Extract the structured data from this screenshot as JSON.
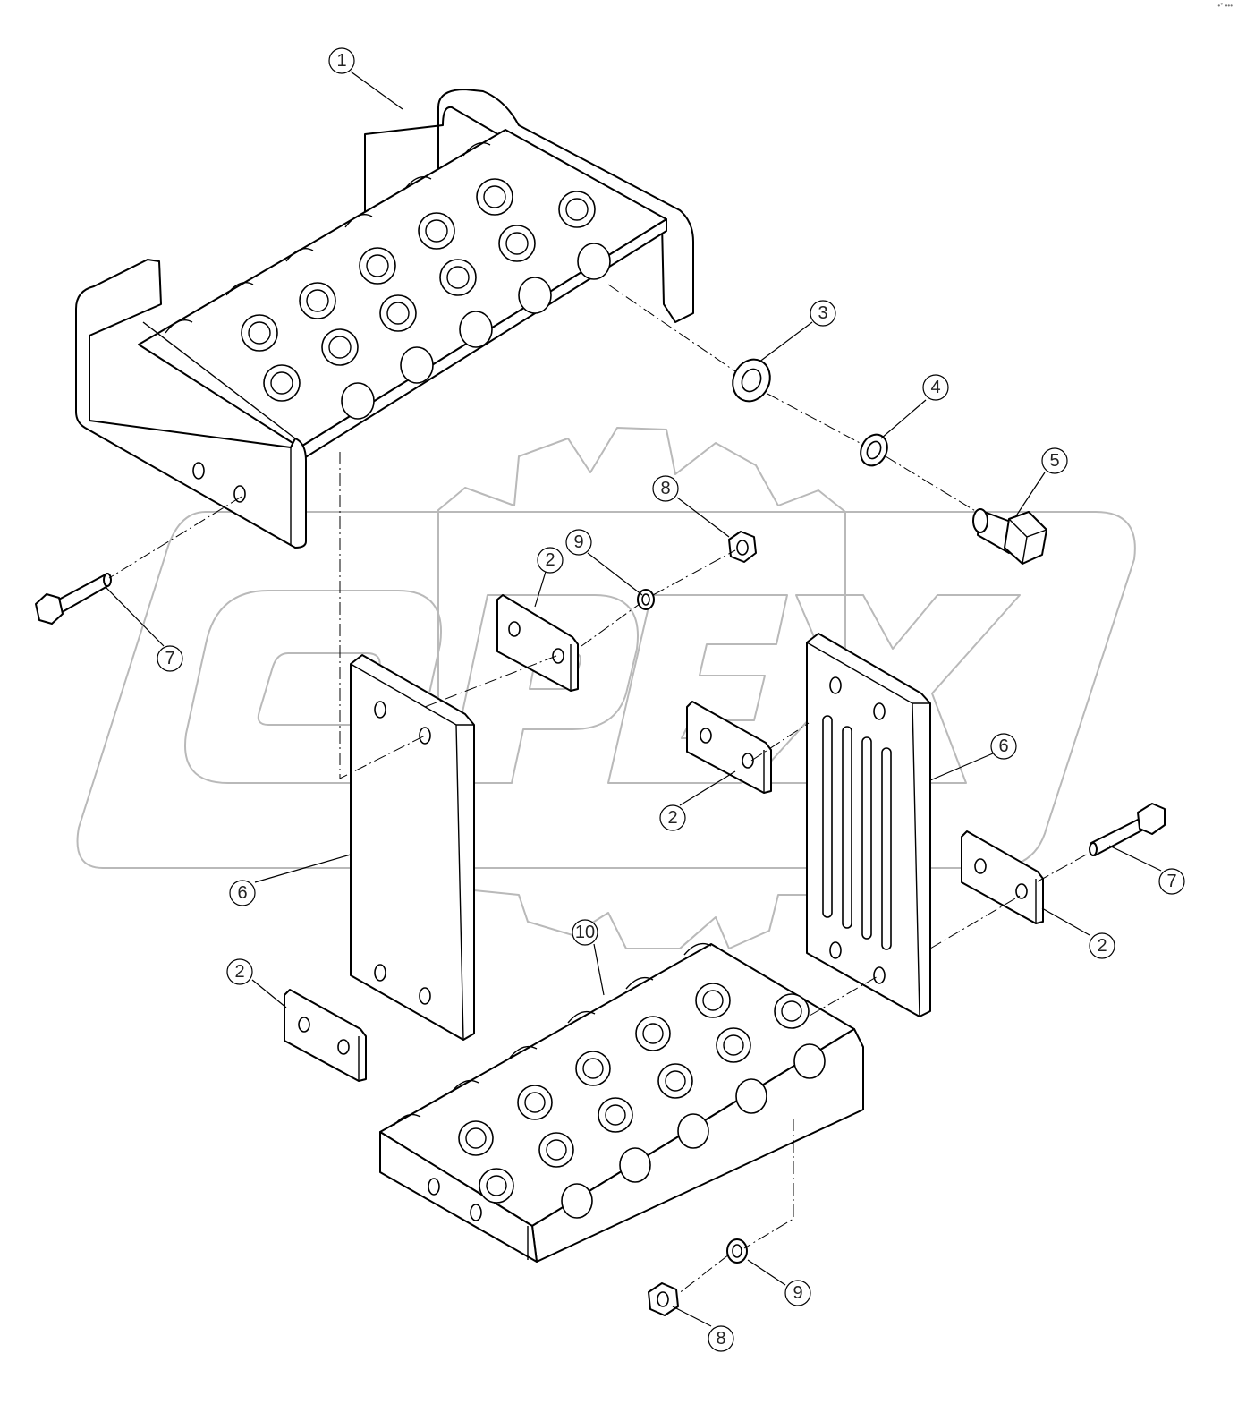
{
  "watermark": {
    "text": "OPEX",
    "color": "#b9b9b9"
  },
  "corner_mark": "•° •••",
  "callouts": [
    {
      "id": "c1",
      "label": "1"
    },
    {
      "id": "c3",
      "label": "3"
    },
    {
      "id": "c4",
      "label": "4"
    },
    {
      "id": "c5",
      "label": "5"
    },
    {
      "id": "c7a",
      "label": "7"
    },
    {
      "id": "c8a",
      "label": "8"
    },
    {
      "id": "c9a",
      "label": "9"
    },
    {
      "id": "c2a",
      "label": "2"
    },
    {
      "id": "c2b",
      "label": "2"
    },
    {
      "id": "c6a",
      "label": "6"
    },
    {
      "id": "c6b",
      "label": "6"
    },
    {
      "id": "c7b",
      "label": "7"
    },
    {
      "id": "c2c",
      "label": "2"
    },
    {
      "id": "c10",
      "label": "10"
    },
    {
      "id": "c2d",
      "label": "2"
    },
    {
      "id": "c9b",
      "label": "9"
    },
    {
      "id": "c8b",
      "label": "8"
    }
  ]
}
